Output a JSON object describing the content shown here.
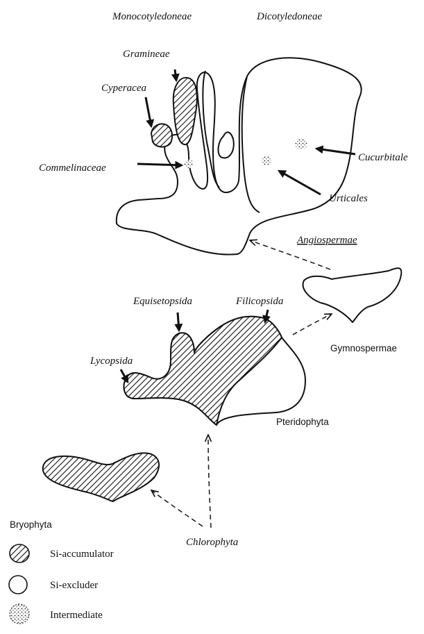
{
  "groups": {
    "monocots": "Monocotyledoneae",
    "dicots": "Dicotyledoneae"
  },
  "angiosperm_labels": {
    "gramineae": "Gramineae",
    "cyperacea": "Cyperacea",
    "commelinaceae": "Commelinaceae",
    "cucurbitale": "Cucurbitale",
    "urticales": "Urticales",
    "angiospermae": "Angiospermae"
  },
  "pteridophyte_labels": {
    "equisetopsida": "Equisetopsida",
    "filicopsida": "Filicopsida",
    "lycopsida": "Lycopsida",
    "pteridophyta": "Pteridophyta"
  },
  "other_labels": {
    "gymnospermae": "Gymnospermae",
    "bryophyta": "Bryophyta",
    "chlorophyta": "Chlorophyta"
  },
  "legend": {
    "accumulator": "Si-accumulator",
    "excluder": "Si-excluder",
    "intermediate": "Intermediate"
  },
  "colors": {
    "ink": "#111111",
    "background": "#ffffff"
  }
}
